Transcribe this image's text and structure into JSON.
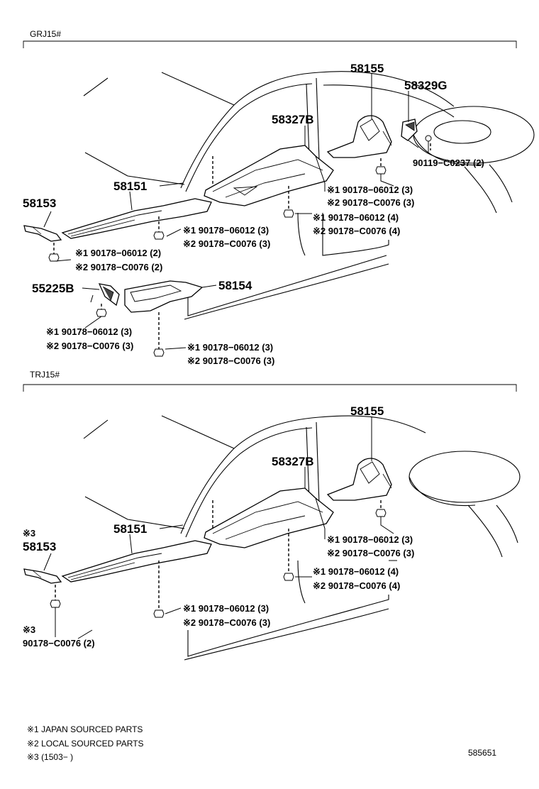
{
  "sections": [
    {
      "model": "GRJ15#",
      "labels": {
        "p58155": "58155",
        "p58329g": "58329G",
        "p58327b": "58327B",
        "p58151": "58151",
        "p58153": "58153",
        "p55225b": "55225B",
        "p58154": "58154",
        "bolt_90119": "90119−C0237 (2)",
        "a_j": "※1 90178−06012 (3)",
        "a_l": "※2 90178−C0076 (3)",
        "b_j": "※1 90178−06012 (4)",
        "b_l": "※2 90178−C0076 (4)",
        "c_j": "※1 90178−06012 (3)",
        "c_l": "※2 90178−C0076 (3)",
        "d_j": "※1 90178−06012 (2)",
        "d_l": "※2 90178−C0076 (2)",
        "e_j": "※1 90178−06012 (3)",
        "e_l": "※2 90178−C0076 (3)",
        "f_j": "※1 90178−06012 (3)",
        "f_l": "※2 90178−C0076 (3)"
      }
    },
    {
      "model": "TRJ15#",
      "labels": {
        "p58155": "58155",
        "p58327b": "58327B",
        "p58151": "58151",
        "p58153_mark": "※3",
        "p58153": "58153",
        "a_j": "※1 90178−06012 (3)",
        "a_l": "※2 90178−C0076 (3)",
        "b_j": "※1 90178−06012 (4)",
        "b_l": "※2 90178−C0076 (4)",
        "c_j": "※1 90178−06012 (3)",
        "c_l": "※2 90178−C0076 (3)",
        "g_mark": "※3",
        "g_l": "90178−C0076 (2)"
      }
    }
  ],
  "notes": [
    "※1 JAPAN SOURCED PARTS",
    "※2 LOCAL SOURCED PARTS",
    "※3 (1503−        )"
  ],
  "diagram_id": "585651"
}
